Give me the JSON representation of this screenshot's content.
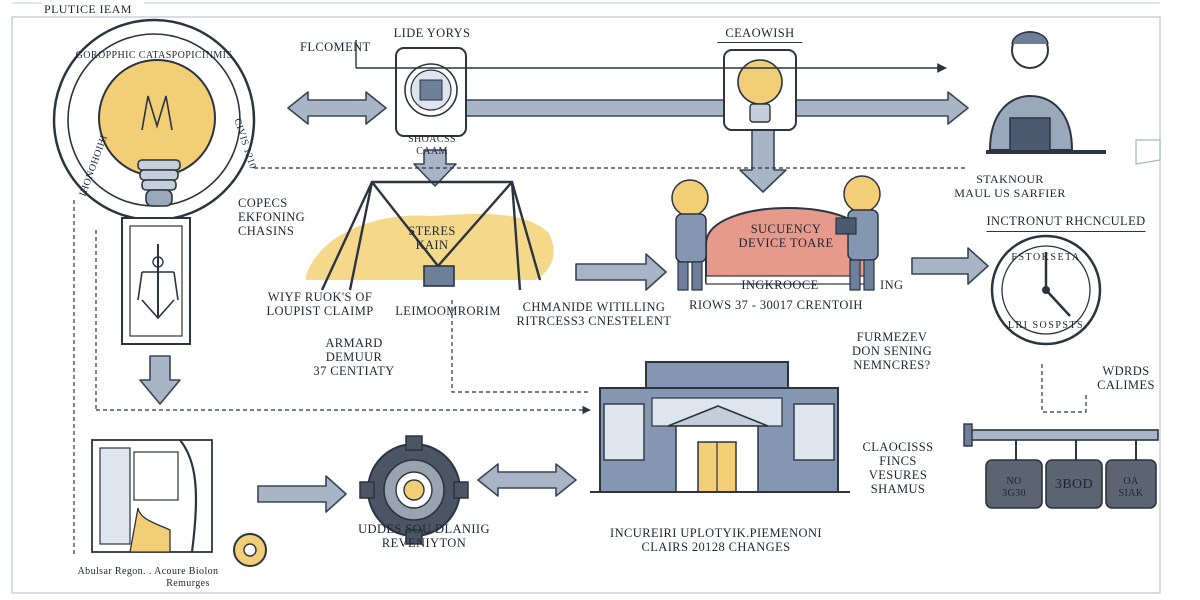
{
  "header": {
    "title": "PLUTICE IEAM"
  },
  "labels": {
    "bulb_ring_top": "GOROPPHIC CATASPOPICINMIS",
    "bulb_ring_right": "CIVIS 1210",
    "bulb_ring_left": "IHONOHOIHI",
    "flocment": "FLCOMENT",
    "lide_yorys": "LIDE YORYS",
    "stacks": "SHOACSS\nCAAM",
    "ceaowish": "CEAOWISH",
    "staknour": "STAKNOUR\nMAUL US SARFIER",
    "copecs": "COPECS\nEKFONING\nCHASINS",
    "steres": "STERES\nKAIN",
    "sucuency": "SUCUENCY\nDEVICE TOARE",
    "ingkrooce": "INGKROOCE",
    "ing": "ING",
    "incronut": "INCTRONUT RHCNCULED",
    "wiyf": "WIYF RUOK'S OF\nLOUPIST CLAIMP",
    "leimoom": "LEIMOOMRORIM",
    "chmanide": "CHMANIDE WITILLING\nRITRCESS3 CNESTELENT",
    "riows": "RIOWS 37 - 30017 CRENTOIH",
    "armard": "ARMARD\nDEMUUR\n37 CENTIATY",
    "furmezev": "FURMEZEV\nDON SENING\nNEMNCRES?",
    "wdrds": "WDRDS\nCALIMES",
    "claocisss": "CLAOCISSS\nFINCS\nVESURES\nSHAMUS",
    "udess": "UDDES SOU DLANIIG\nREVENIYTON",
    "incureri": "INCUREIRI UPLOTYIK.PIEMENONI\nCLAIRS 20128 CHANGES",
    "bottom_left_1": "Abulsar Regon. . Acoure Biolon",
    "bottom_left_2": "Remurges",
    "clock_ring_top": "FSTOKSETA",
    "clock_ring_bottom": "LRI SOSPSTS"
  },
  "weights": [
    {
      "label": "NO\n3G30"
    },
    {
      "label": "3Bod"
    },
    {
      "label": "OA\nSIAK"
    }
  ],
  "colors": {
    "arrow": "#a7b5c7",
    "arrow_stroke": "#3a4554",
    "bulb": "#f2cf76",
    "hill": "#f4d98a",
    "arch": "#e79a8c",
    "building": "#8596b3",
    "line": "#2b3440"
  }
}
